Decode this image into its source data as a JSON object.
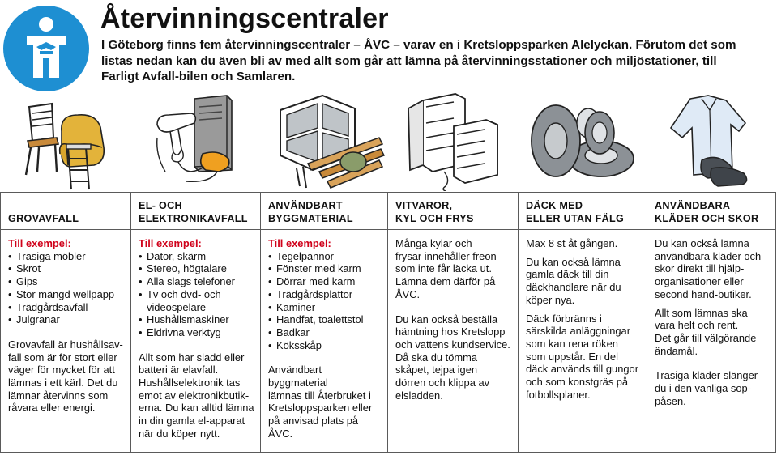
{
  "header": {
    "title": "Återvinningscentraler",
    "intro": "I Göteborg finns fem återvinningscentraler – ÅVC – varav en i Kretsloppsparken Alelyckan. Förutom det som listas nedan kan du även bli av med allt som går att lämna på återvinningsstationer och miljöstationer, till Farligt Avfall-bilen och Samlaren."
  },
  "logo": {
    "icon": "recycling-person-logo",
    "color": "#1e8fd2"
  },
  "colors": {
    "example_label": "#d0021b",
    "border": "#5a5a5a",
    "logo_blue": "#1e8fd2"
  },
  "illustrations": [
    {
      "icon": "chair-armchair-ladder-icon"
    },
    {
      "icon": "mixer-computer-icon"
    },
    {
      "icon": "window-lumber-icon"
    },
    {
      "icon": "fridge-freezer-icon"
    },
    {
      "icon": "tires-icon"
    },
    {
      "icon": "shirt-shoes-icon"
    }
  ],
  "columns": [
    {
      "heading": "GROVAVFALL",
      "example_label": "Till exempel:",
      "items": [
        "Trasiga möbler",
        "Skrot",
        "Gips",
        "Stor mängd wellpapp",
        "Trädgårdsavfall",
        "Julgranar"
      ],
      "paragraphs": [
        "Grovavfall är hushållsav-\nfall som är för stort eller\nväger för mycket för att\nlämnas i ett kärl. Det du\nlämnar återvinns som\nråvara eller energi."
      ]
    },
    {
      "heading": "EL- OCH\nELEKTRONIKAVFALL",
      "example_label": "Till exempel:",
      "items": [
        "Dator, skärm",
        "Stereo, högtalare",
        "Alla slags telefoner",
        "Tv och dvd- och videospelare",
        "Hushållsmaskiner",
        "Eldrivna verktyg"
      ],
      "paragraphs": [
        "Allt som har sladd eller\nbatteri är elavfall.\nHushållselektronik tas\nemot av elektronikbutik-\nerna. Du kan alltid lämna\nin din gamla el-apparat\nnär du köper nytt."
      ]
    },
    {
      "heading": "ANVÄNDBART\nBYGGMATERIAL",
      "example_label": "Till exempel:",
      "items": [
        "Tegelpannor",
        "Fönster med karm",
        "Dörrar med karm",
        "Trädgårdsplattor",
        "Kaminer",
        "Handfat, toalettstol",
        "Badkar",
        "Köksskåp"
      ],
      "paragraphs": [
        "Användbart byggmaterial\nlämnas till Återbruket i\nKretsloppsparken eller\npå anvisad plats på ÅVC."
      ]
    },
    {
      "heading": "VITVAROR,\nKYL OCH FRYS",
      "example_label": "",
      "items": [],
      "paragraphs": [
        "Många kylar och\nfrysar innehåller freon\nsom inte får läcka ut.\nLämna dem därför på\nÅVC.",
        "Du kan också beställa\nhämtning hos Kretslopp\noch vattens kundservice.\nDå ska du tömma\nskåpet, tejpa igen\ndörren och klippa av\nelsladden."
      ]
    },
    {
      "heading": "DÄCK MED\nELLER UTAN FÄLG",
      "example_label": "",
      "items": [],
      "paragraphs": [
        "Max 8 st åt gången.",
        "Du kan också lämna\ngamla däck till din\ndäckhandlare när du\nköper nya.",
        "Däck förbränns i\nsärskilda anläggningar\nsom kan rena röken\nsom uppstår. En del\ndäck används till gungor\noch som konstgräs på\nfotbollsplaner."
      ]
    },
    {
      "heading": "ANVÄNDBARA\nKLÄDER OCH SKOR",
      "example_label": "",
      "items": [],
      "paragraphs": [
        "Du kan också lämna\nanvändbara kläder och\nskor direkt till hjälp-\norganisationer eller\nsecond hand-butiker.",
        "Allt som lämnas ska\nvara helt och rent.\nDet går till välgörande\nändamål.",
        "Trasiga kläder slänger\ndu i den vanliga sop-\npåsen."
      ]
    }
  ]
}
